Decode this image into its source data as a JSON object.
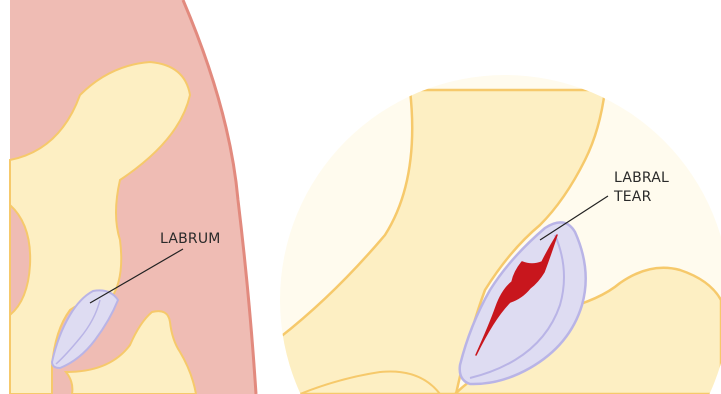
{
  "labels": {
    "labrum": "LABRUM",
    "labral_tear_line1": "LABRAL",
    "labral_tear_line2": "TEAR"
  },
  "colors": {
    "soft_tissue": "#efbcb4",
    "soft_tissue_edge": "#e28a7e",
    "bone": "#fdefc3",
    "bone_edge": "#f6c96b",
    "labrum": "#dedcf2",
    "labrum_edge": "#b9b4e6",
    "tear": "#c8161d",
    "zoom_background": "#fffbee",
    "leader_line": "#222222"
  }
}
